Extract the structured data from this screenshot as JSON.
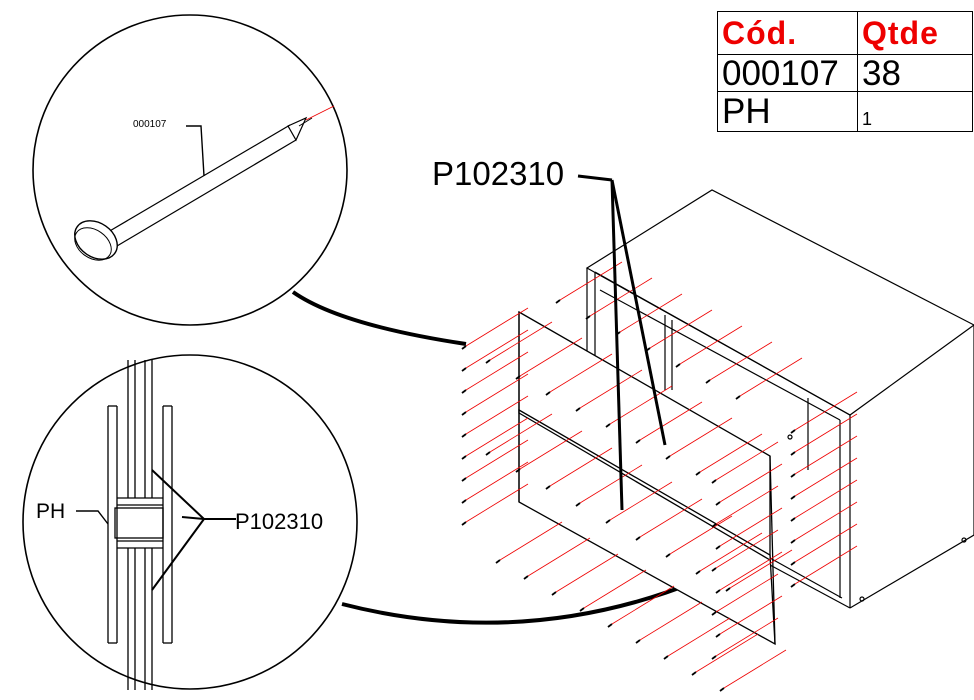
{
  "parts_table": {
    "headers": [
      "Cód.",
      "Qtde"
    ],
    "rows": [
      {
        "code": "000107",
        "qty": "38"
      },
      {
        "code": "PH",
        "qty": "1"
      }
    ]
  },
  "labels": {
    "detail_top_part": "000107",
    "main_callout": "P102310",
    "detail_bottom_ph": "PH",
    "detail_bottom_part": "P102310"
  },
  "colors": {
    "nail_lines": "#ee0000",
    "outline": "#000000",
    "header_text": "#ee0000"
  }
}
